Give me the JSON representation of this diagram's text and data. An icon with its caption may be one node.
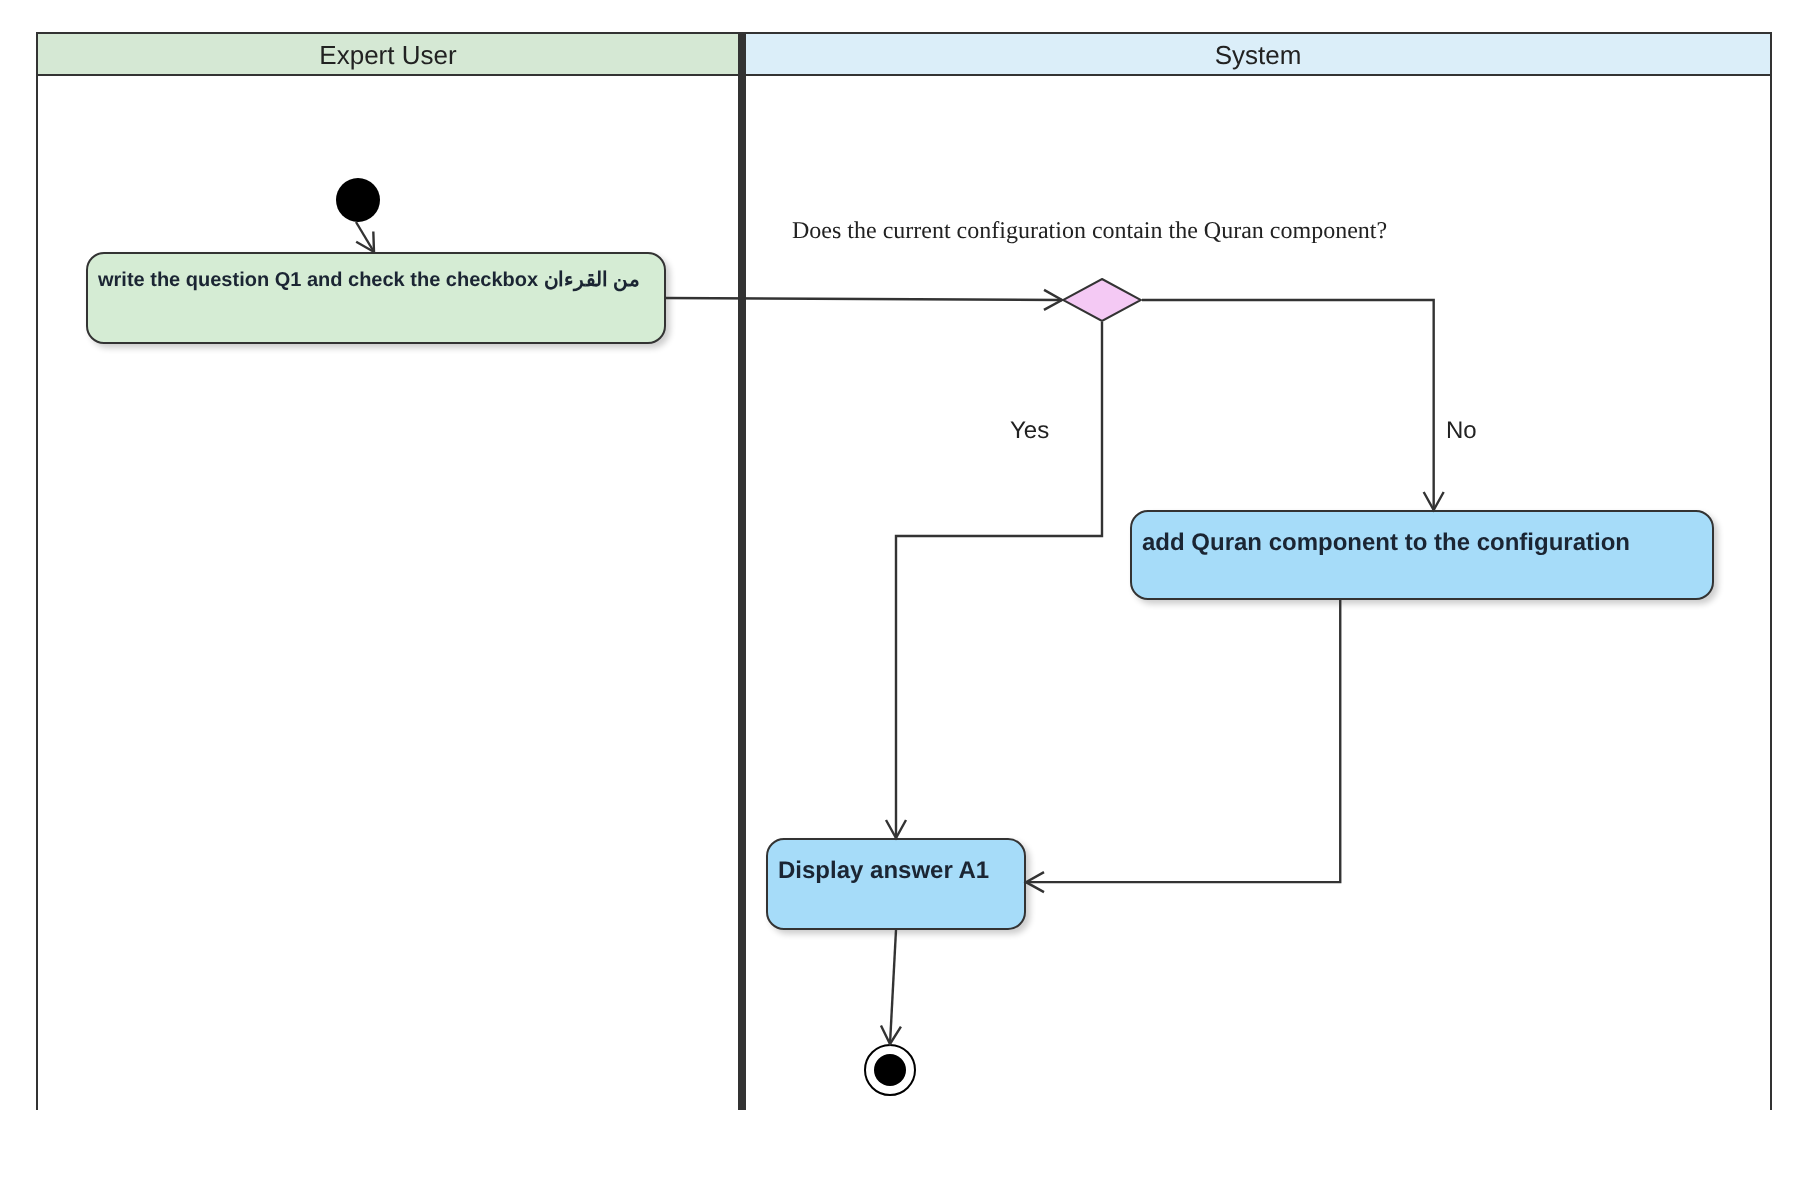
{
  "diagram": {
    "nodes": [
      {
        "text": [
          "Expert User"
        ]
      },
      {
        "text": [
          "System"
        ]
      },
      {
        "text": [],
        "shape": "circle",
        "in": 0
      },
      {
        "text": [
          "write the question Q1 and check the checkbox من القرءان"
        ],
        "in": 0
      },
      {
        "text": [],
        "shape": "diamond",
        "in": 1,
        "beside": [
          "Does the  current configuration contain the Quran component?"
        ]
      },
      {
        "text": [
          "add Quran component to the configuration"
        ],
        "in": 1
      },
      {
        "text": [
          "Display answer A1"
        ],
        "in": 1
      },
      {
        "text": [],
        "shape": "circle",
        "in": 1
      }
    ],
    "edges": [
      {
        "from": 2,
        "to": 3,
        "arrow": "to"
      },
      {
        "from": 3,
        "to": 4,
        "arrow": "to"
      },
      {
        "from": 4,
        "to": 6,
        "arrow": "to",
        "label": "Yes"
      },
      {
        "from": 4,
        "to": 5,
        "arrow": "to",
        "label": "No"
      },
      {
        "from": 5,
        "to": 6,
        "arrow": "to"
      },
      {
        "from": 6,
        "to": 7,
        "arrow": "to"
      }
    ]
  }
}
